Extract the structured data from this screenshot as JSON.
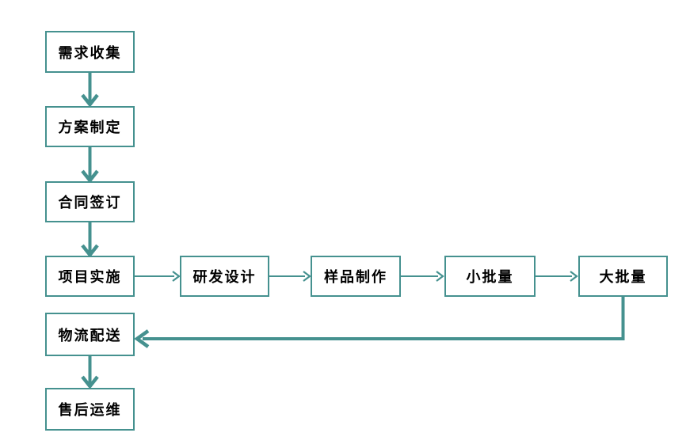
{
  "diagram": {
    "type": "flowchart",
    "nodes": [
      {
        "id": "requirements-collection",
        "label": "需求收集"
      },
      {
        "id": "plan-formulation",
        "label": "方案制定"
      },
      {
        "id": "contract-signing",
        "label": "合同签订"
      },
      {
        "id": "project-implementation",
        "label": "项目实施"
      },
      {
        "id": "rd-design",
        "label": "研发设计"
      },
      {
        "id": "sample-production",
        "label": "样品制作"
      },
      {
        "id": "small-batch",
        "label": "小批量"
      },
      {
        "id": "large-batch",
        "label": "大批量"
      },
      {
        "id": "logistics-delivery",
        "label": "物流配送"
      },
      {
        "id": "after-sales-maintenance",
        "label": "售后运维"
      }
    ],
    "edges": [
      {
        "from": "requirements-collection",
        "to": "plan-formulation",
        "style": "thick-vertical"
      },
      {
        "from": "plan-formulation",
        "to": "contract-signing",
        "style": "thick-vertical"
      },
      {
        "from": "contract-signing",
        "to": "project-implementation",
        "style": "thick-vertical"
      },
      {
        "from": "project-implementation",
        "to": "rd-design",
        "style": "thin-horizontal"
      },
      {
        "from": "rd-design",
        "to": "sample-production",
        "style": "thin-horizontal"
      },
      {
        "from": "sample-production",
        "to": "small-batch",
        "style": "thin-horizontal"
      },
      {
        "from": "small-batch",
        "to": "large-batch",
        "style": "thin-horizontal"
      },
      {
        "from": "large-batch",
        "to": "logistics-delivery",
        "style": "thick-elbow"
      },
      {
        "from": "logistics-delivery",
        "to": "after-sales-maintenance",
        "style": "thick-vertical"
      }
    ]
  },
  "colors": {
    "accent": "#45918f",
    "text": "#000000",
    "node-fill": "#ffffff",
    "background": "#ffffff"
  }
}
